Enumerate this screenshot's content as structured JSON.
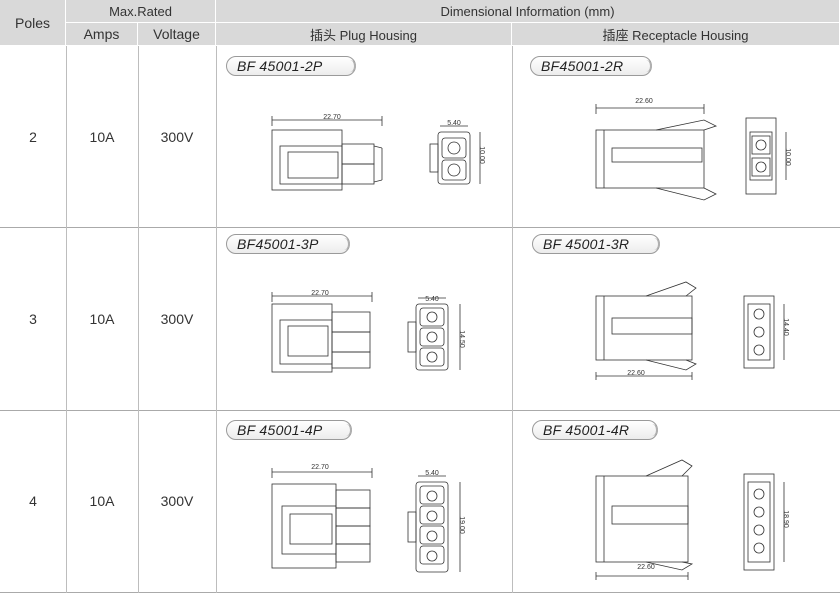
{
  "header": {
    "poles": "Poles",
    "max_rated": "Max.Rated",
    "amps": "Amps",
    "voltage": "Voltage",
    "dimensional_info": "Dimensional Information  (mm)",
    "plug_housing": "插头  Plug Housing",
    "receptacle_housing": "插座  Receptacle Housing"
  },
  "rows": [
    {
      "poles": "2",
      "amps": "10A",
      "voltage": "300V",
      "plug_part": "BF 45001-2P",
      "receptacle_part": "BF45001-2R",
      "plug_length": "22.70",
      "plug_width": "5.40",
      "plug_height": "10.00",
      "rec_length": "22.60",
      "rec_height": "10.00"
    },
    {
      "poles": "3",
      "amps": "10A",
      "voltage": "300V",
      "plug_part": "BF45001-3P",
      "receptacle_part": "BF 45001-3R",
      "plug_length": "22.70",
      "plug_width": "5.40",
      "plug_height": "14.50",
      "rec_length": "22.60",
      "rec_height": "14.40"
    },
    {
      "poles": "4",
      "amps": "10A",
      "voltage": "300V",
      "plug_part": "BF 45001-4P",
      "receptacle_part": "BF 45001-4R",
      "plug_length": "22.70",
      "plug_width": "5.40",
      "plug_height": "19.00",
      "rec_length": "22.60",
      "rec_height": "18.90"
    }
  ]
}
